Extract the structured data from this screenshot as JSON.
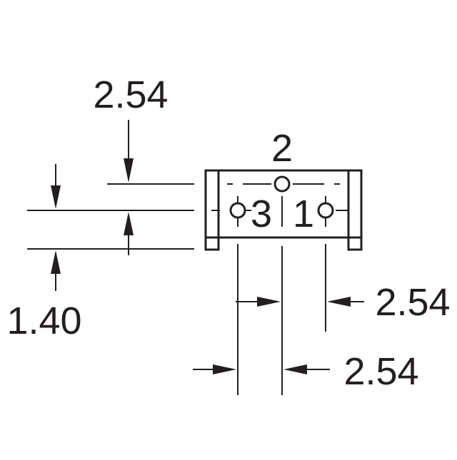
{
  "dimensions": {
    "top_pitch": "2.54",
    "body_height": "1.40",
    "right_pitch_upper": "2.54",
    "right_pitch_lower": "2.54"
  },
  "pins": {
    "top": "2",
    "left": "3",
    "right": "1"
  },
  "colors": {
    "ink": "#231f20",
    "background": "#ffffff"
  }
}
